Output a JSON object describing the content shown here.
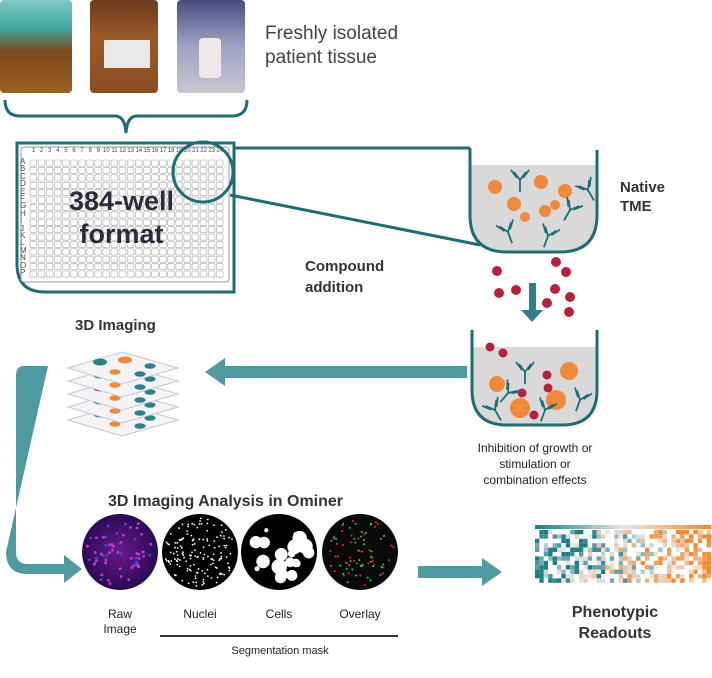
{
  "tissue": {
    "caption_line1": "Freshly isolated",
    "caption_line2": "patient tissue"
  },
  "plate": {
    "title_line1": "384-well",
    "title_line2": "format",
    "columns": [
      "1",
      "2",
      "3",
      "4",
      "5",
      "6",
      "7",
      "8",
      "9",
      "10",
      "11",
      "12",
      "13",
      "14",
      "15",
      "16",
      "17",
      "18",
      "19",
      "20",
      "21",
      "22",
      "23",
      "24"
    ],
    "rows": [
      "A",
      "B",
      "C",
      "D",
      "E",
      "F",
      "G",
      "H",
      "I",
      "J",
      "K",
      "L",
      "M",
      "N",
      "O",
      "P"
    ]
  },
  "tme": {
    "label_line1": "Native",
    "label_line2": "TME"
  },
  "compound": {
    "label_line1": "Compound",
    "label_line2": "addition"
  },
  "effects": {
    "line1": "Inhibition of growth or",
    "line2": "stimulation or",
    "line3": "combination effects"
  },
  "imaging": {
    "title": "3D Imaging"
  },
  "analysis": {
    "title": "3D Imaging Analysis in Ominer",
    "panels": [
      {
        "label1": "Raw",
        "label2": "Image"
      },
      {
        "label1": "Nuclei"
      },
      {
        "label1": "Cells"
      },
      {
        "label1": "Overlay"
      }
    ],
    "segmentation_label": "Segmentation mask"
  },
  "readouts": {
    "line1": "Phenotypic",
    "line2": "Readouts"
  },
  "colors": {
    "teal": "#2f8189",
    "plate_teal": "#1e6d75",
    "orange": "#f08a3a",
    "red": "#b5213e",
    "heat_teal": "#1e7d86",
    "heat_orange": "#f5892f"
  }
}
